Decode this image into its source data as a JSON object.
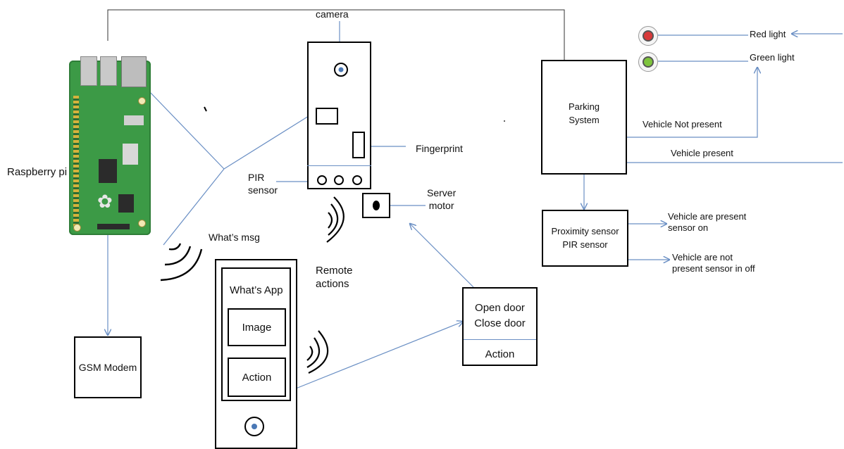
{
  "labels": {
    "camera": "camera",
    "raspberry_pi": "Raspberry pi",
    "pir_sensor": "PIR\nsensor",
    "fingerprint": "Fingerprint",
    "server_motor": "Server\nmotor",
    "whats_msg": "What’s msg",
    "remote_actions": "Remote\nactions",
    "red_light": "Red light",
    "green_light": "Green light",
    "vehicle_not_present": "Vehicle Not present",
    "vehicle_present": "Vehicle present",
    "vehicle_are_present": "Vehicle are present\nsensor on",
    "vehicle_are_not_present": "Vehicle are not\npresent sensor in off"
  },
  "boxes": {
    "parking_system": "Parking\nSystem",
    "proximity_sensor": "Proximity sensor\nPIR sensor",
    "gsm_modem": "GSM Modem",
    "door_controls": "Open door\nClose door",
    "door_action": "Action",
    "whatsapp_title": "What’s App",
    "whatsapp_image": "Image",
    "whatsapp_action": "Action"
  },
  "colors": {
    "wire": "#6a8fc4",
    "red_light": "#d83a3a",
    "green_light": "#7ec43c",
    "board": "#3c9a46"
  }
}
